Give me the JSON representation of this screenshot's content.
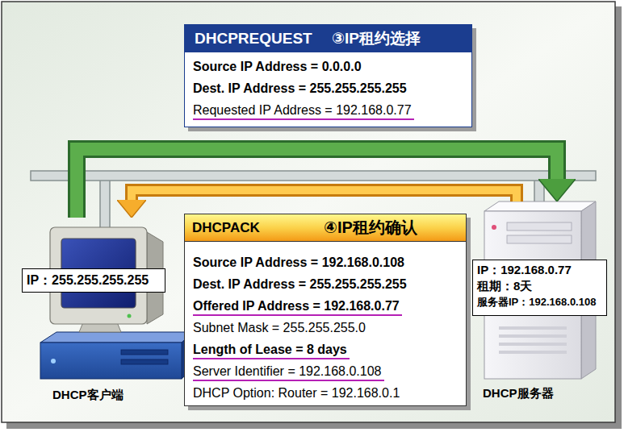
{
  "diagram": {
    "nodes": [
      {
        "text": [
          "DHCPREQUEST",
          "③IP租约选择",
          "Source IP Address = 0.0.0.0",
          "Dest. IP Address = 255.255.255.255",
          "Requested IP Address = 192.168.0.77"
        ]
      },
      {
        "text": [
          "DHCP客户端"
        ]
      },
      {
        "text": [
          "IP：255.255.255.255"
        ],
        "in": 1
      },
      {
        "text": [
          "DHCPACK",
          "④IP租约确认",
          "Source IP Address = 192.168.0.108",
          "Dest. IP Address = 255.255.255.255",
          "Offered IP Address = 192.168.0.77",
          "Subnet Mask = 255.255.255.0",
          "Length of Lease = 8 days",
          "Server Identifier = 192.168.0.108",
          "DHCP Option: Router = 192.168.0.1"
        ]
      },
      {
        "text": [
          "DHCP服务器"
        ]
      },
      {
        "text": [
          "IP：192.168.0.77",
          "租期：8天",
          "服务器IP：192.168.0.108"
        ],
        "in": 4
      }
    ],
    "edges": [
      {
        "from": 1,
        "to": 4,
        "arrow": "to"
      },
      {
        "from": 4,
        "to": 1,
        "arrow": "to"
      }
    ]
  }
}
